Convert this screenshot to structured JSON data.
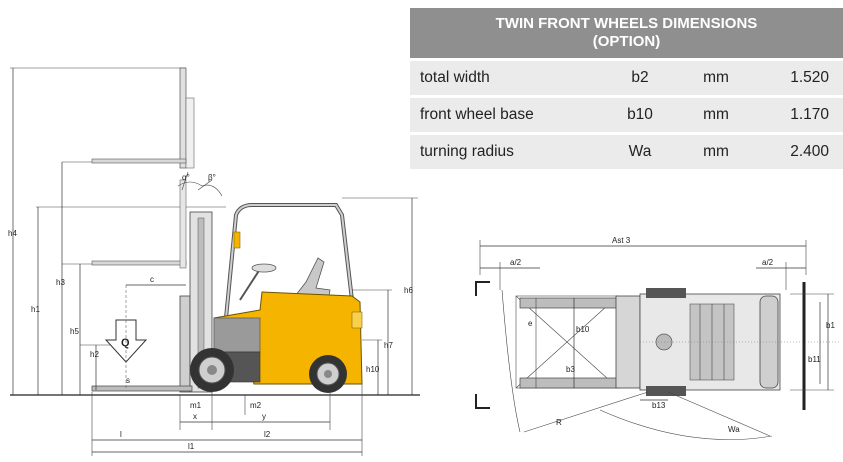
{
  "table": {
    "title_line1": "TWIN FRONT WHEELS DIMENSIONS",
    "title_line2": "(OPTION)",
    "rows": [
      {
        "label": "total width",
        "symbol": "b2",
        "unit": "mm",
        "value": "1.520"
      },
      {
        "label": "front wheel base",
        "symbol": "b10",
        "unit": "mm",
        "value": "1.170"
      },
      {
        "label": "turning radius",
        "symbol": "Wa",
        "unit": "mm",
        "value": "2.400"
      }
    ]
  },
  "side_view": {
    "labels": {
      "h4": "h4",
      "h1": "h1",
      "h3": "h3",
      "h5": "h5",
      "h2": "h2",
      "h6": "h6",
      "h7": "h7",
      "h10": "h10",
      "c": "c",
      "q": "Q",
      "s": "s",
      "alpha": "α°",
      "beta": "β°",
      "m1": "m1",
      "m2": "m2",
      "x": "x",
      "y": "y",
      "l": "l",
      "l2": "l2",
      "l1": "l1"
    }
  },
  "top_view": {
    "labels": {
      "ast3": "Ast 3",
      "a2_left": "a/2",
      "a2_right": "a/2",
      "e": "e",
      "b10": "b10",
      "b3": "b3",
      "b13": "b13",
      "b1": "b1",
      "b11": "b11",
      "r": "R",
      "wa": "Wa"
    }
  },
  "colors": {
    "header_bg": "#8f8f8f",
    "row_bg": "#ebebeb",
    "truck_yellow": "#f4b400"
  }
}
